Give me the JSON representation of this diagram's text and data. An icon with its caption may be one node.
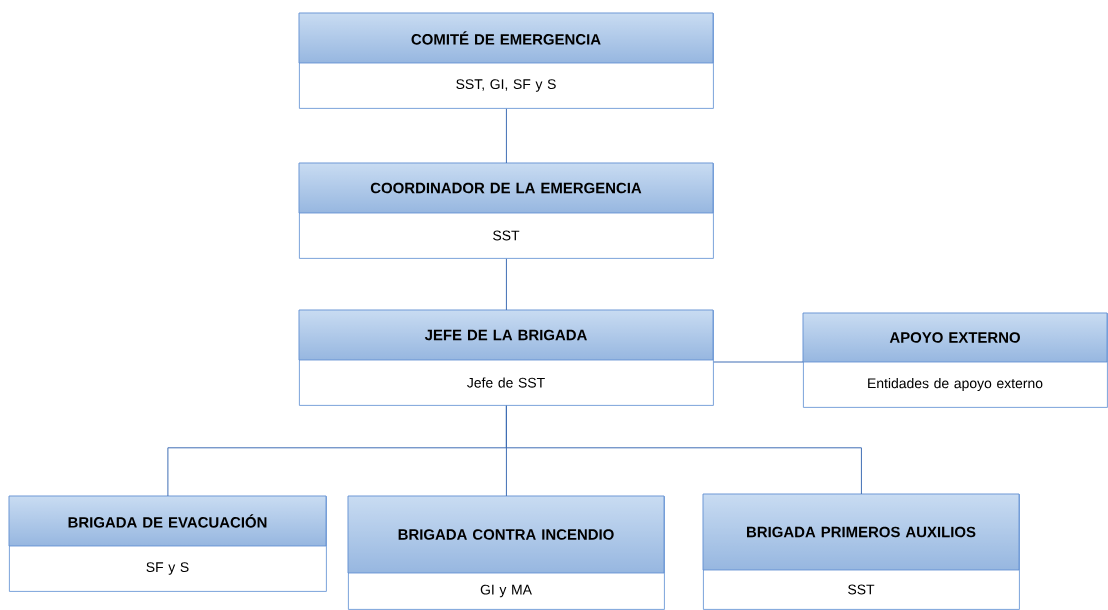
{
  "diagram": {
    "nodes": [
      {
        "text": [
          "COMITÉ DE EMERGENCIA",
          "SST, GI, SF y S"
        ]
      },
      {
        "text": [
          "COORDINADOR DE LA EMERGENCIA",
          "SST"
        ]
      },
      {
        "text": [
          "JEFE DE LA BRIGADA",
          "Jefe de SST"
        ]
      },
      {
        "text": [
          "APOYO EXTERNO",
          "Entidades de apoyo externo"
        ]
      },
      {
        "text": [
          "BRIGADA DE EVACUACIÓN",
          "SF y S"
        ]
      },
      {
        "text": [
          "BRIGADA CONTRA INCENDIO",
          "GI y MA"
        ]
      },
      {
        "text": [
          "BRIGADA PRIMEROS AUXILIOS",
          "SST"
        ]
      }
    ],
    "edges": [
      {
        "from": 0,
        "to": 1,
        "arrow": "none"
      },
      {
        "from": 1,
        "to": 2,
        "arrow": "none"
      },
      {
        "from": 2,
        "to": 3,
        "arrow": "none"
      },
      {
        "from": 2,
        "to": 4,
        "arrow": "none"
      },
      {
        "from": 2,
        "to": 5,
        "arrow": "none"
      },
      {
        "from": 2,
        "to": 6,
        "arrow": "none"
      }
    ]
  }
}
